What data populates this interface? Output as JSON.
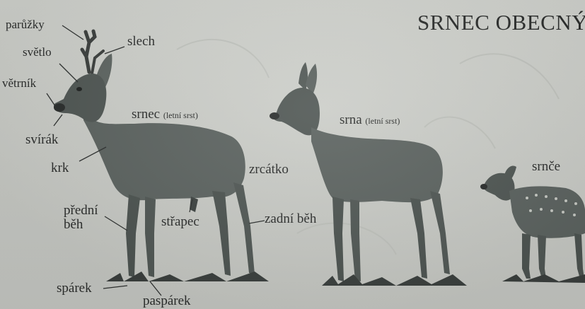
{
  "title": "SRNEC OBECNÝ",
  "labels": {
    "paruzky": "parůžky",
    "slech": "slech",
    "svetlo": "světlo",
    "vetrnik": "větrník",
    "svirak": "svírák",
    "krk": "krk",
    "predni_beh_1": "přední",
    "predni_beh_2": "běh",
    "strapec": "střapec",
    "sparek": "spárek",
    "pasparek": "paspárek",
    "zadni_beh": "zadní běh",
    "zrcatko": "zrcátko"
  },
  "animals": {
    "srnec": {
      "name": "srnec",
      "note": "(letní srst)"
    },
    "srna": {
      "name": "srna",
      "note": "(letní srst)"
    },
    "srnce": {
      "name": "srnče"
    }
  }
}
